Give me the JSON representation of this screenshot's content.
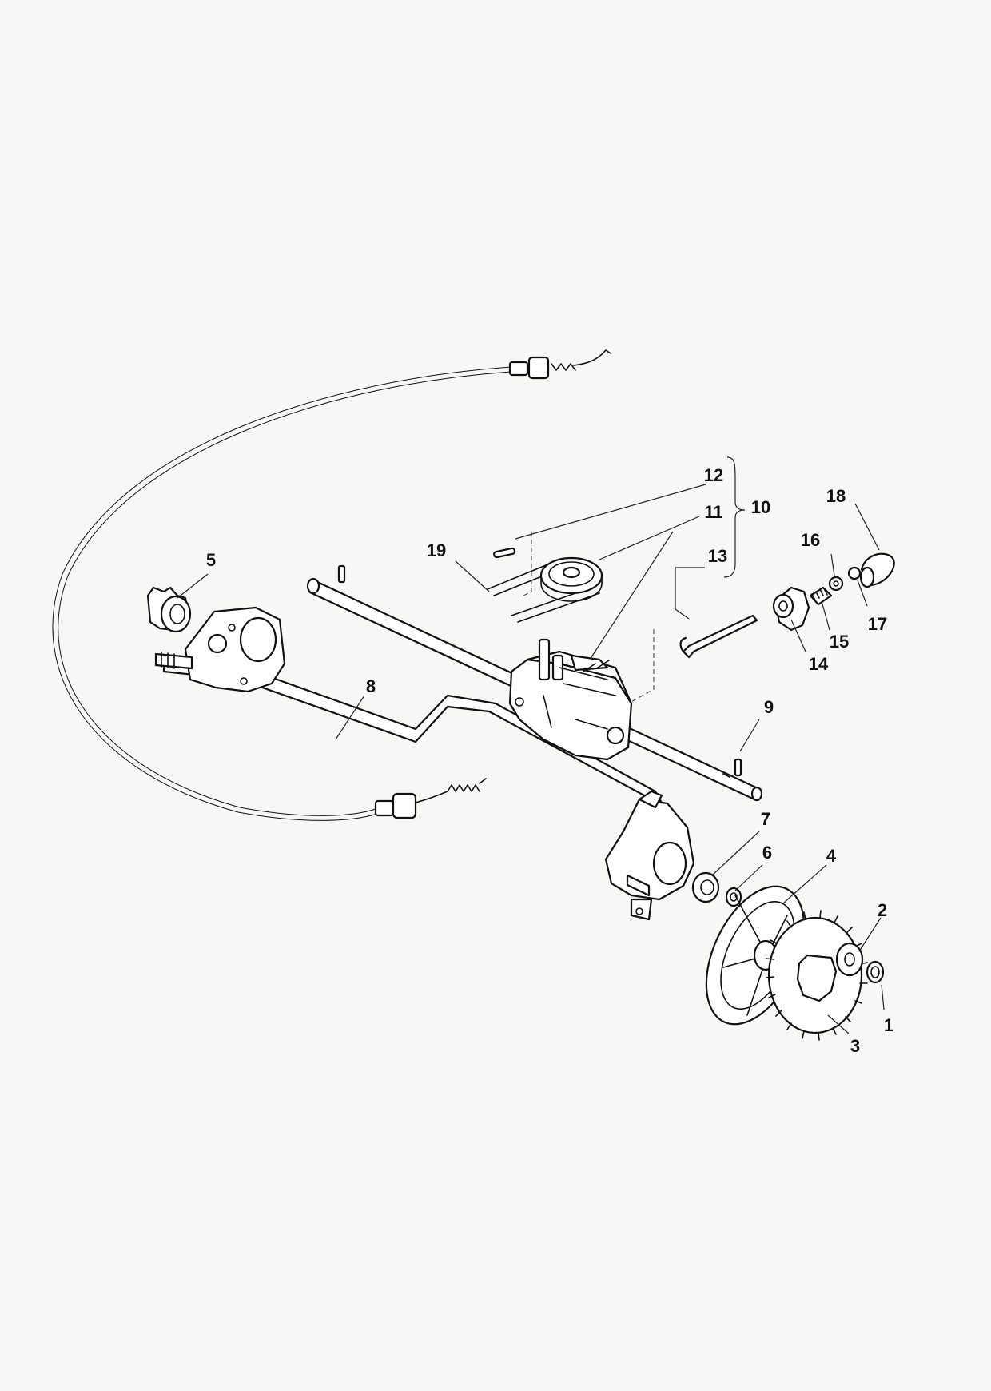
{
  "callouts": [
    {
      "id": "1",
      "label": "1"
    },
    {
      "id": "2",
      "label": "2"
    },
    {
      "id": "3",
      "label": "3"
    },
    {
      "id": "4",
      "label": "4"
    },
    {
      "id": "5",
      "label": "5"
    },
    {
      "id": "6",
      "label": "6"
    },
    {
      "id": "7",
      "label": "7"
    },
    {
      "id": "8",
      "label": "8"
    },
    {
      "id": "9",
      "label": "9"
    },
    {
      "id": "10",
      "label": "10"
    },
    {
      "id": "11",
      "label": "11"
    },
    {
      "id": "12",
      "label": "12"
    },
    {
      "id": "13",
      "label": "13"
    },
    {
      "id": "14",
      "label": "14"
    },
    {
      "id": "15",
      "label": "15"
    },
    {
      "id": "16",
      "label": "16"
    },
    {
      "id": "17",
      "label": "17"
    },
    {
      "id": "18",
      "label": "18"
    },
    {
      "id": "19",
      "label": "19"
    }
  ],
  "colors": {
    "background": "#f7f7f5",
    "ink": "#111111"
  }
}
